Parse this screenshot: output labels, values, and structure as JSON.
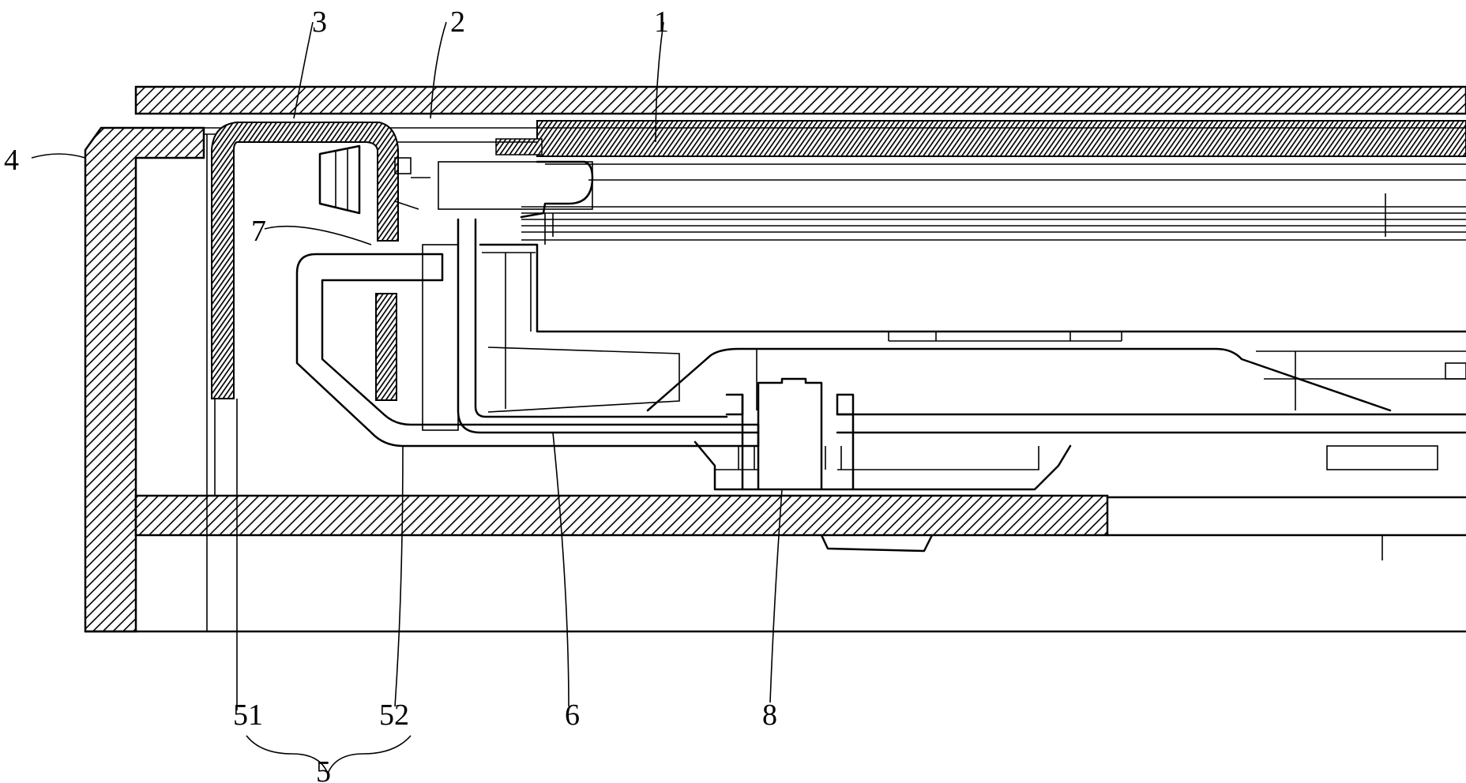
{
  "figure": {
    "labels": {
      "l1": "1",
      "l2": "2",
      "l3": "3",
      "l4": "4",
      "l5": "5",
      "l6": "6",
      "l7": "7",
      "l8": "8",
      "l51": "51",
      "l52": "52"
    }
  }
}
